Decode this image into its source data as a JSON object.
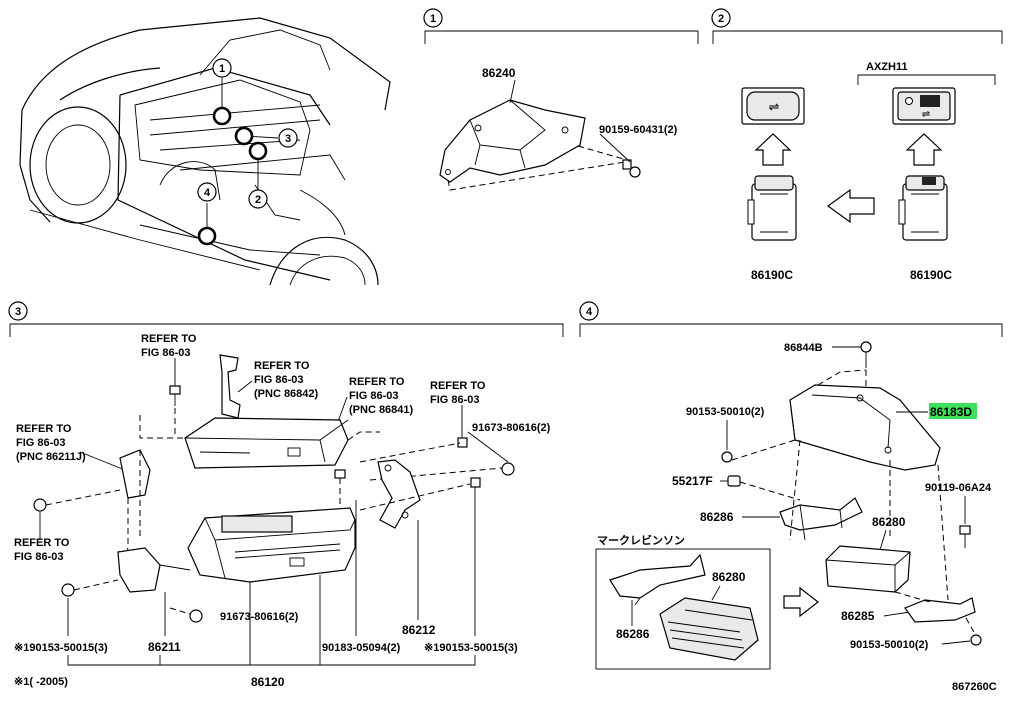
{
  "sections": {
    "s1": "1",
    "s2": "2",
    "s3": "3",
    "s4": "4"
  },
  "car_markers": [
    "1",
    "3",
    "2",
    "4"
  ],
  "sec1": {
    "part_86240": "86240",
    "bolt": "90159-60431(2)"
  },
  "sec2": {
    "axzh": "AXZH11",
    "left_part": "86190C",
    "right_part": "86190C"
  },
  "sec3": {
    "refer_a": [
      "REFER TO",
      "FIG 86-03"
    ],
    "refer_b": [
      "REFER TO",
      "FIG 86-03",
      "(PNC 86842)"
    ],
    "refer_c": [
      "REFER TO",
      "FIG 86-03",
      "(PNC 86841)"
    ],
    "refer_d": [
      "REFER TO",
      "FIG 86-03"
    ],
    "refer_e": [
      "REFER TO",
      "FIG 86-03",
      "(PNC 86211J)"
    ],
    "refer_f": [
      "REFER TO",
      "FIG 86-03"
    ],
    "nut_top": "91673-80616(2)",
    "nut_bottom": "91673-80616(2)",
    "p86211": "86211",
    "p86212": "86212",
    "p86120": "86120",
    "screw_a": "※190153-50015(3)",
    "screw_b": "90183-05094(2)",
    "screw_c": "※190153-50015(3)",
    "footnote": "※1(    -2005)"
  },
  "sec4": {
    "p86844b": "86844B",
    "p86183d": "86183D",
    "bolt_top": "90153-50010(2)",
    "p55217f": "55217F",
    "p86286": "86286",
    "p86280": "86280",
    "bolt_right": "90119-06A24",
    "inset_title": "マークレビンソン",
    "inset_86280": "86280",
    "inset_86286": "86286",
    "p86285": "86285",
    "bolt_bottom": "90153-50010(2)"
  },
  "figure_code": "867260C",
  "colors": {
    "highlight": "#3de05a",
    "line": "#000000",
    "bg": "#ffffff"
  }
}
